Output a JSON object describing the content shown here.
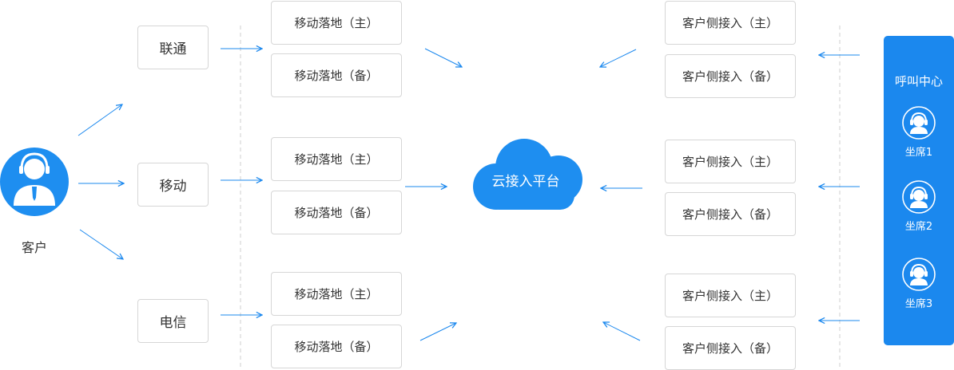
{
  "customer": {
    "label": "客户"
  },
  "carriers": [
    {
      "label": "联通"
    },
    {
      "label": "移动"
    },
    {
      "label": "电信"
    }
  ],
  "landing": [
    {
      "primary": "移动落地（主）",
      "backup": "移动落地（备）"
    },
    {
      "primary": "移动落地（主）",
      "backup": "移动落地（备）"
    },
    {
      "primary": "移动落地（主）",
      "backup": "移动落地（备）"
    }
  ],
  "cloud": {
    "label": "云接入平台"
  },
  "access": [
    {
      "primary": "客户侧接入（主）",
      "backup": "客户侧接入（备）"
    },
    {
      "primary": "客户侧接入（主）",
      "backup": "客户侧接入（备）"
    },
    {
      "primary": "客户侧接入（主）",
      "backup": "客户侧接入（备）"
    }
  ],
  "call_center": {
    "title": "呼叫中心",
    "agents": [
      {
        "label": "坐席1"
      },
      {
        "label": "坐席2"
      },
      {
        "label": "坐席3"
      }
    ]
  },
  "colors": {
    "accent": "#1b88ee",
    "cloud": "#1e8ef0",
    "border": "#d6d6d6",
    "divider": "#cfcfcf"
  }
}
